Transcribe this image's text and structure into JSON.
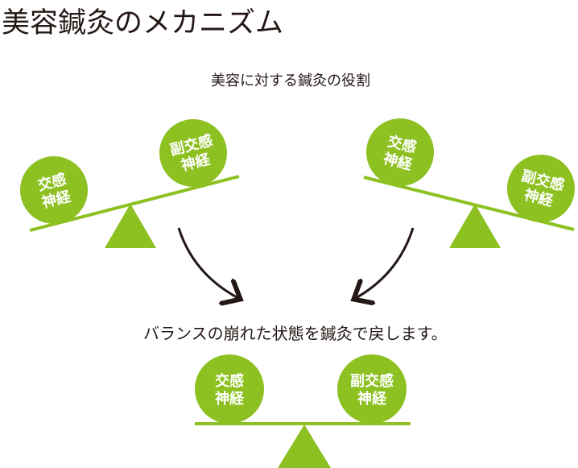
{
  "title": "美容鍼灸のメカニズム",
  "subtitle": "美容に対する鍼灸の役割",
  "middle_text": "バランスの崩れた状態を鍼灸で戻します。",
  "labels": {
    "sympathetic": [
      "交感",
      "神経"
    ],
    "parasympathetic": [
      "副交感",
      "神経"
    ]
  },
  "colors": {
    "green": "#8dc021",
    "arrow": "#231815"
  }
}
